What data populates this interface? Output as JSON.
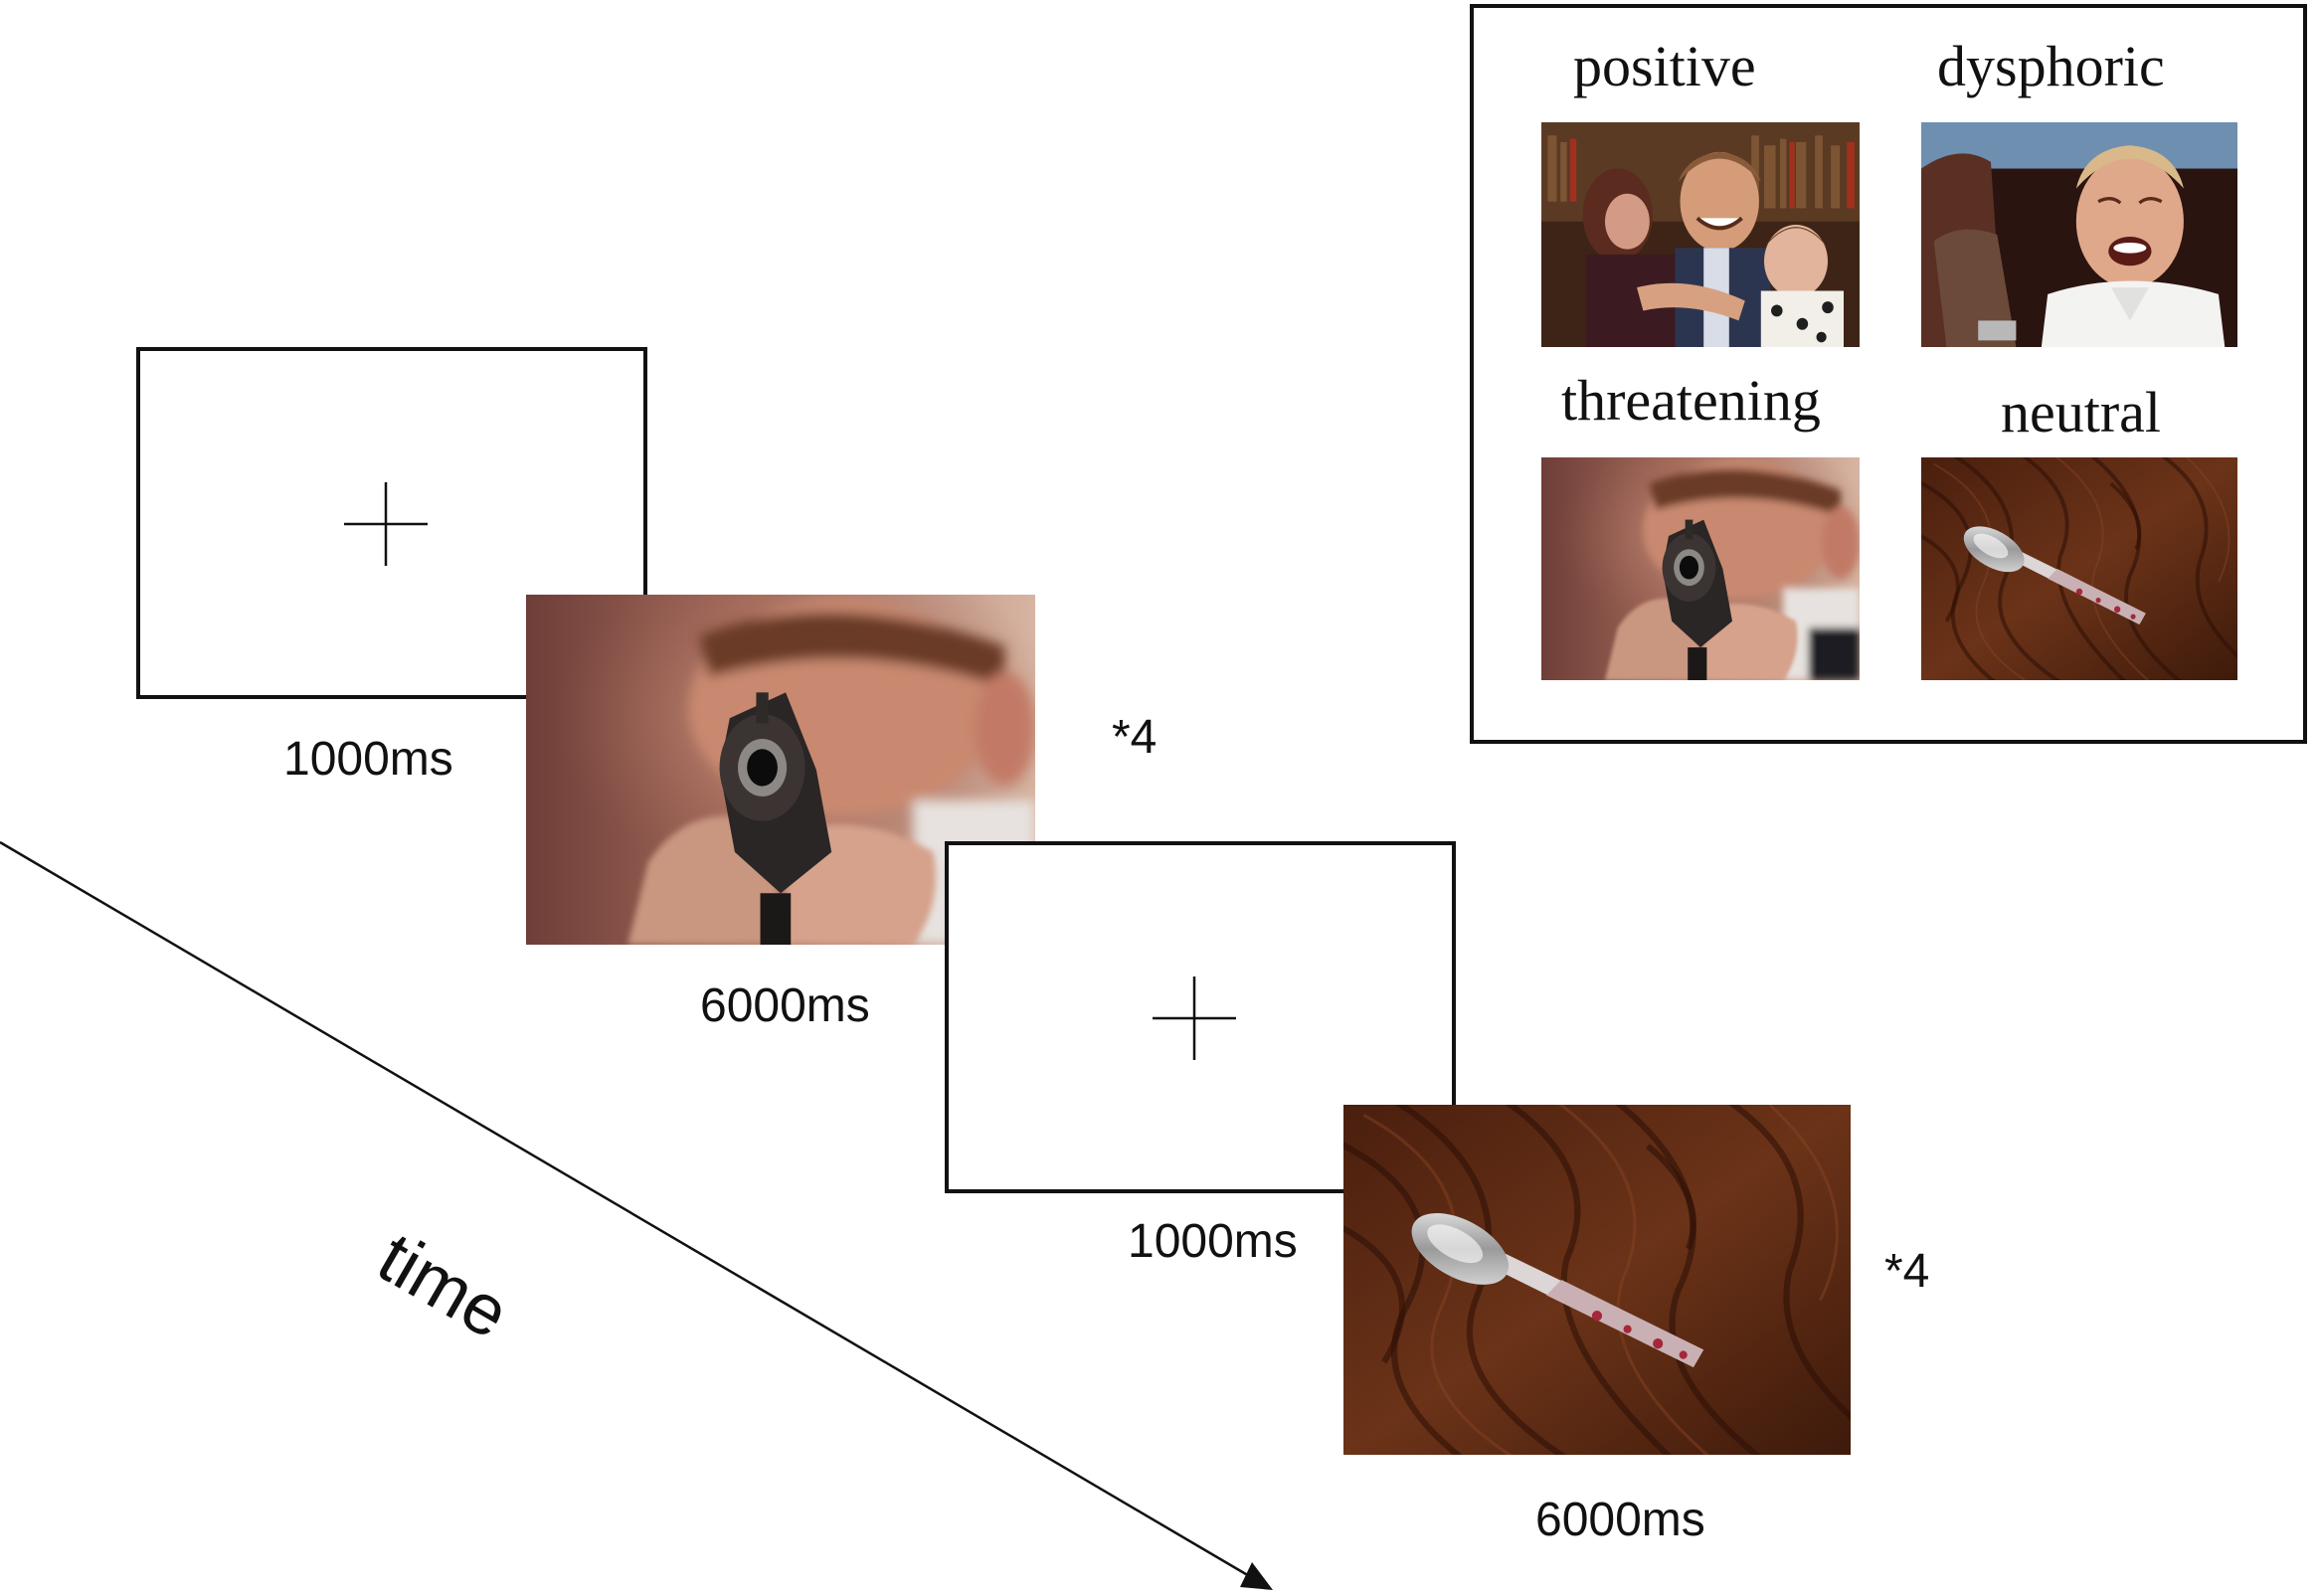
{
  "sequence": {
    "trial1": {
      "fixation_duration": "1000ms",
      "picture_duration": "6000ms",
      "repeat": "*4"
    },
    "trial2": {
      "fixation_duration": "1000ms",
      "picture_duration": "6000ms",
      "repeat": "*4"
    },
    "time_label": "time"
  },
  "legend": {
    "categories": [
      {
        "label": "positive",
        "picture": "family-laughing-picture"
      },
      {
        "label": "dysphoric",
        "picture": "crying-boy-picture"
      },
      {
        "label": "threatening",
        "picture": "boy-aiming-gun-picture"
      },
      {
        "label": "neutral",
        "picture": "spoon-on-wood-picture"
      }
    ]
  },
  "colors": {
    "line": "#111111",
    "background": "#ffffff",
    "wood": "#5a2a14",
    "skin": "#c48a6a"
  }
}
